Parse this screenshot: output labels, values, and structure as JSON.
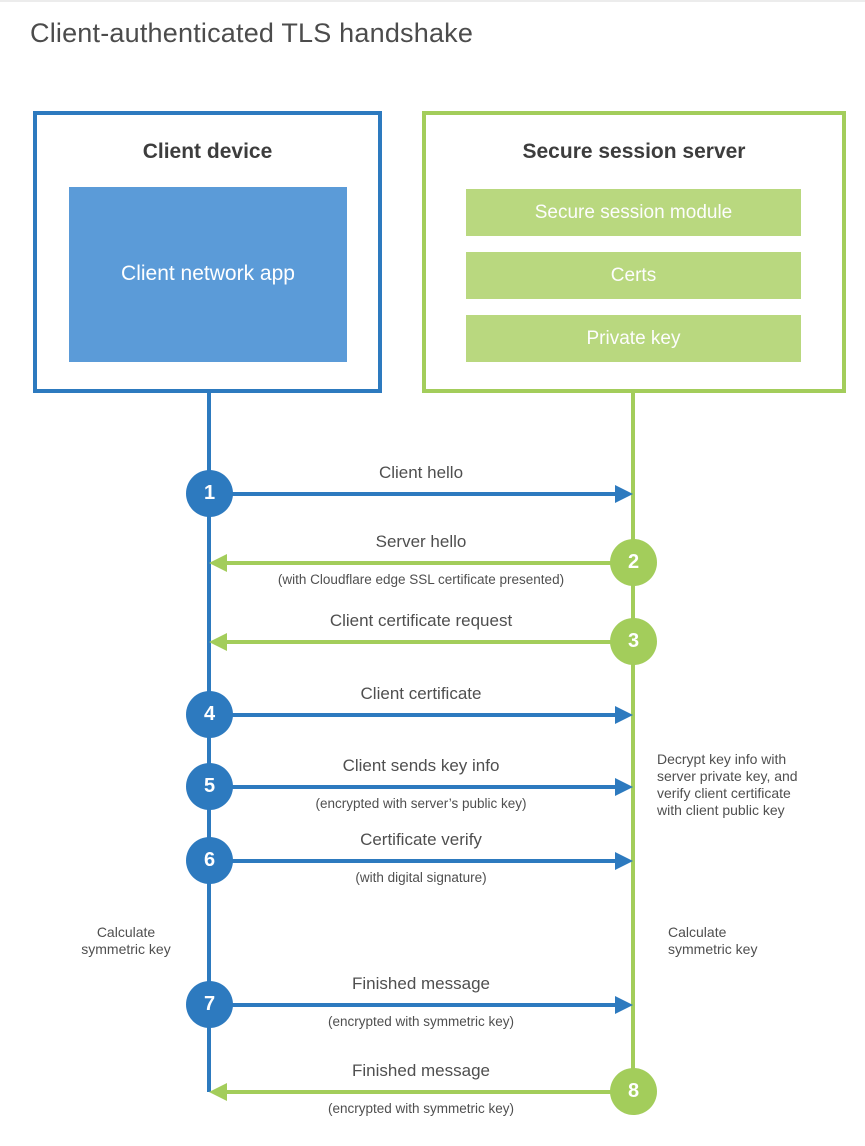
{
  "title": "Client-authenticated TLS handshake",
  "colors": {
    "blue": "#2d7abf",
    "blue_fill": "#5b9bd8",
    "green": "#a3cd5b",
    "green_fill": "#b9d87f",
    "text_dark": "#3d3d3d",
    "text_gray": "#4f4f4f"
  },
  "client_box": {
    "title": "Client device",
    "app_label": "Client network app"
  },
  "server_box": {
    "title": "Secure session server",
    "modules": [
      {
        "label": "Secure session module"
      },
      {
        "label": "Certs"
      },
      {
        "label": "Private key"
      }
    ]
  },
  "steps": [
    {
      "num": "1",
      "direction": "client-to-server",
      "label": "Client hello",
      "sublabel": ""
    },
    {
      "num": "2",
      "direction": "server-to-client",
      "label": "Server hello",
      "sublabel": "(with Cloudflare edge SSL certificate presented)"
    },
    {
      "num": "3",
      "direction": "server-to-client",
      "label": "Client certificate request",
      "sublabel": ""
    },
    {
      "num": "4",
      "direction": "client-to-server",
      "label": "Client certificate",
      "sublabel": ""
    },
    {
      "num": "5",
      "direction": "client-to-server",
      "label": "Client sends key info",
      "sublabel": "(encrypted with server’s public key)"
    },
    {
      "num": "6",
      "direction": "client-to-server",
      "label": "Certificate verify",
      "sublabel": "(with digital signature)"
    },
    {
      "num": "7",
      "direction": "client-to-server",
      "label": "Finished message",
      "sublabel": "(encrypted with symmetric key)"
    },
    {
      "num": "8",
      "direction": "server-to-client",
      "label": "Finished message",
      "sublabel": "(encrypted with symmetric key)"
    }
  ],
  "annotations": {
    "client_calculate": "Calculate\nsymmetric key",
    "server_calculate": "Calculate\nsymmetric key",
    "server_decrypt": "Decrypt key info with\nserver private key, and\nverify client certificate\nwith client public key"
  }
}
